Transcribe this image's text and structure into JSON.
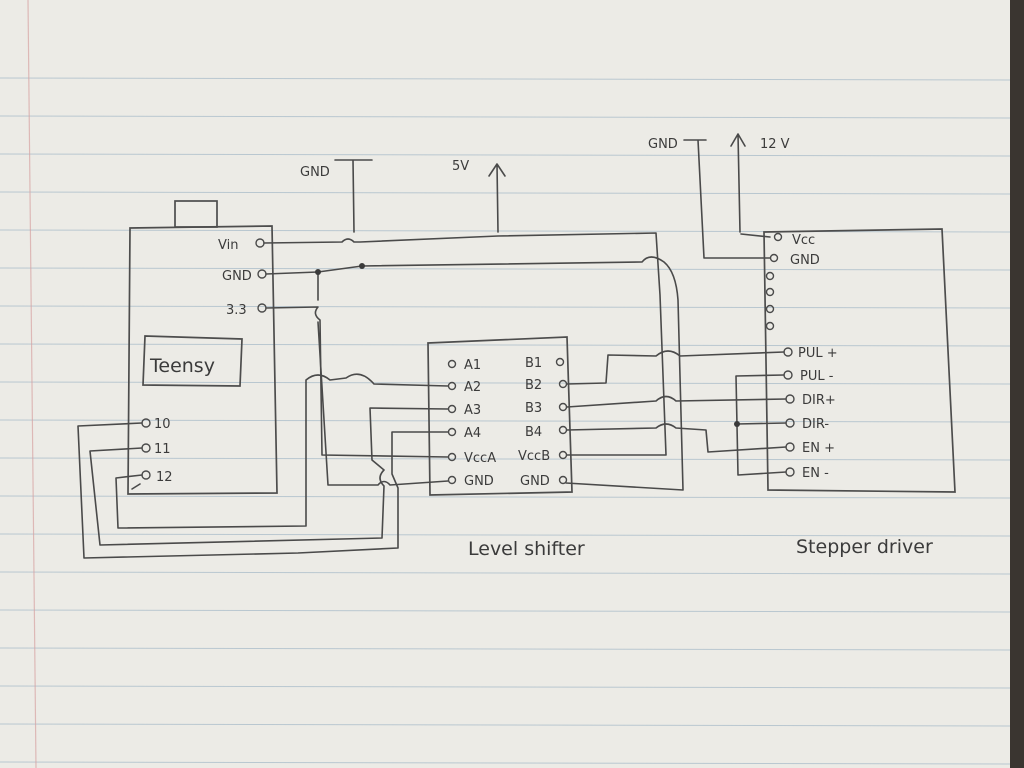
{
  "power": {
    "gnd_top": "GND",
    "v5": "5V",
    "gnd_right": "GND",
    "v12": "12 V"
  },
  "teensy": {
    "name": "Teensy",
    "pins": {
      "vin": "Vin",
      "gnd": "GND",
      "v33": "3.3",
      "p10": "10",
      "p11": "11",
      "p12": "12"
    }
  },
  "level_shifter": {
    "title": "Level shifter",
    "left_pins": [
      "A1",
      "A2",
      "A3",
      "A4",
      "VccA",
      "GND"
    ],
    "right_pins": [
      "B1",
      "B2",
      "B3",
      "B4",
      "VccB",
      "GND"
    ]
  },
  "stepper_driver": {
    "title": "Stepper driver",
    "top_pins": [
      "Vcc",
      "GND"
    ],
    "signal_pins": [
      "PUL +",
      "PUL -",
      "DIR+",
      "DIR-",
      "EN +",
      "EN -"
    ]
  },
  "colors": {
    "paper": "#ecebe6",
    "ruling": "#a9bcc9",
    "margin": "#d7a3a3",
    "ink": "#4a4a4a"
  }
}
